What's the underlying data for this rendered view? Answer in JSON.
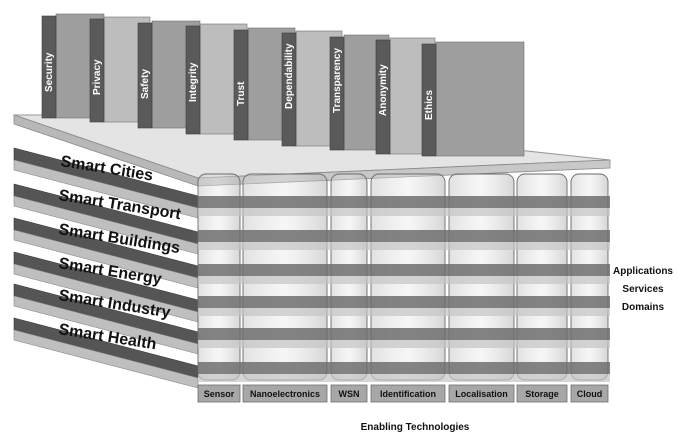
{
  "concerns": [
    "Security",
    "Privacy",
    "Safety",
    "Integrity",
    "Trust",
    "Dependability",
    "Transparency",
    "Anonymity",
    "Ethics"
  ],
  "domains": [
    "Smart Cities",
    "Smart Transport",
    "Smart Buildings",
    "Smart Energy",
    "Smart Industry",
    "Smart Health"
  ],
  "technologies": [
    "Sensor",
    "Nanoelectronics",
    "WSN",
    "Identification",
    "Localisation",
    "Storage",
    "Cloud"
  ],
  "side_labels": [
    "Applications",
    "Services",
    "Domains"
  ],
  "footer": "Enabling Technologies"
}
